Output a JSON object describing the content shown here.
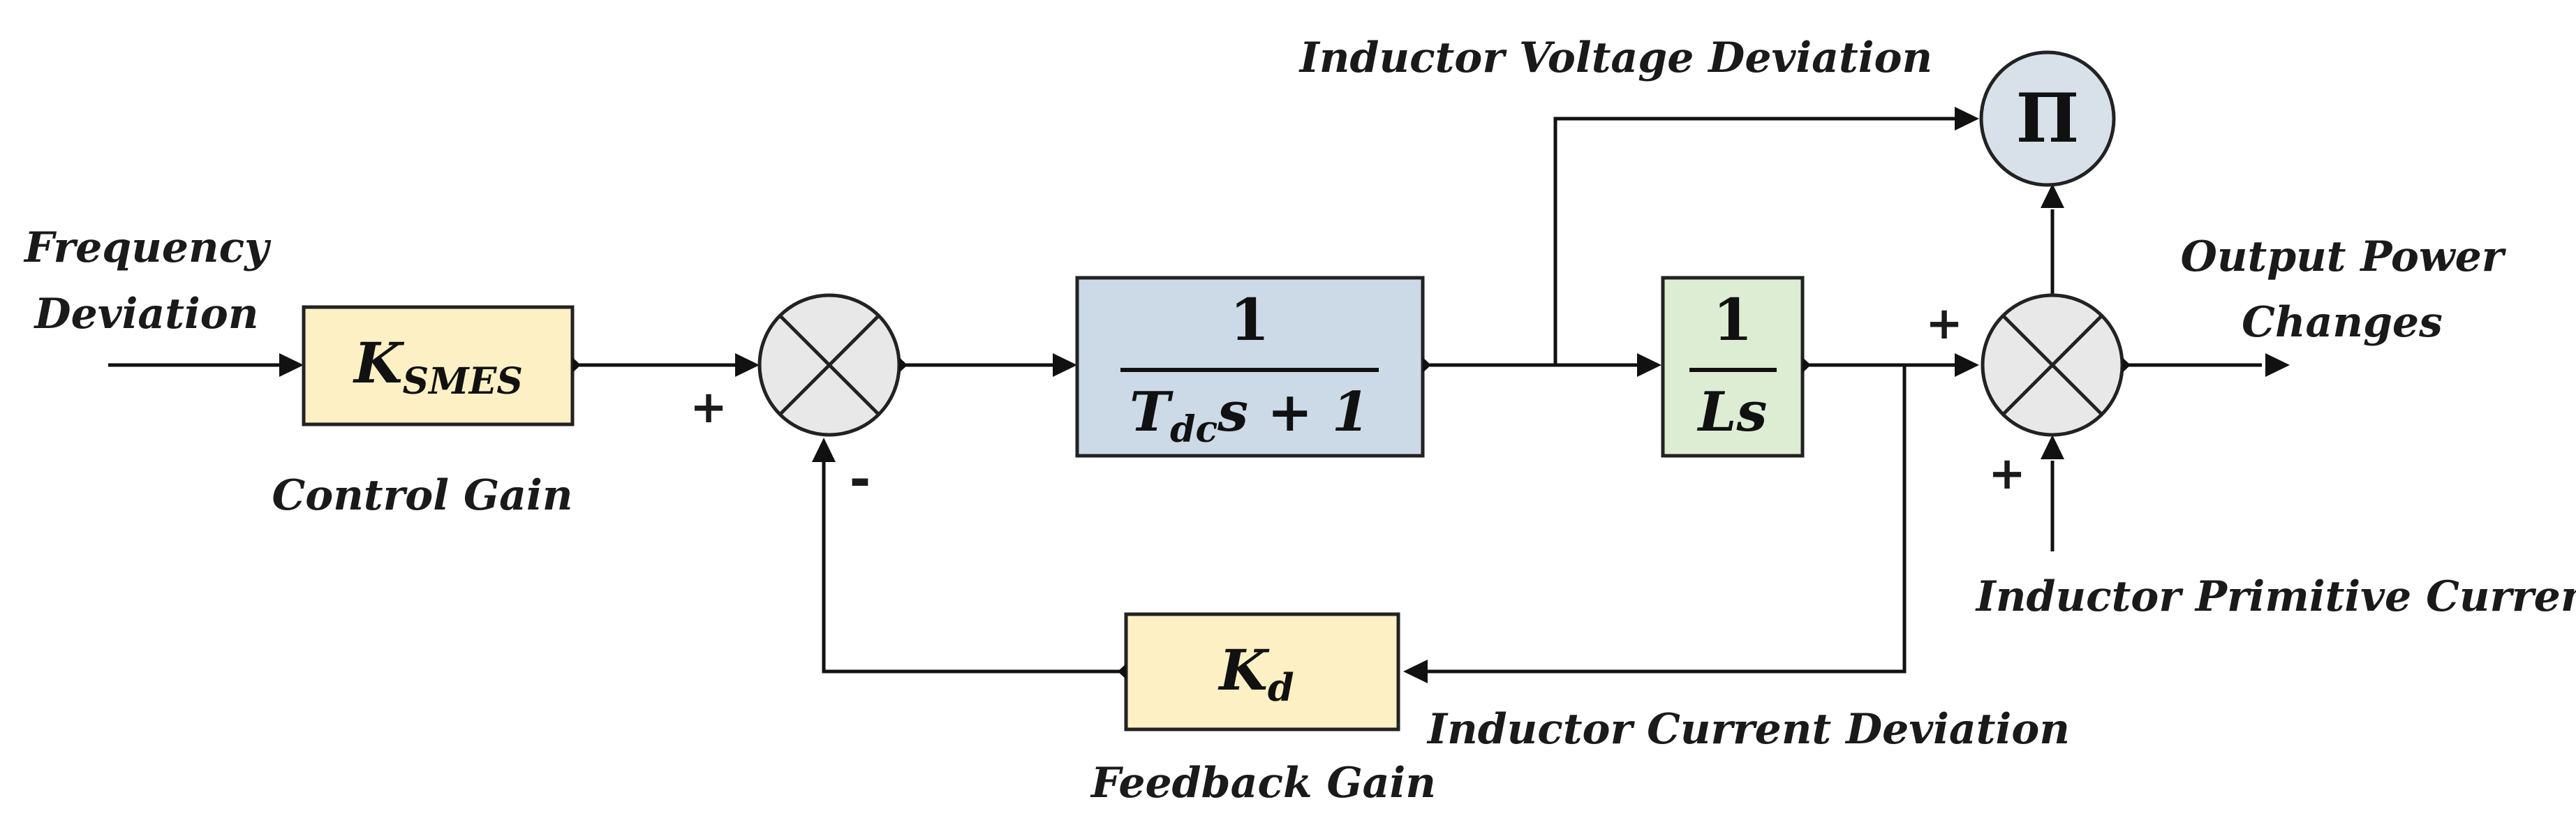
{
  "labels": {
    "frequency_deviation_line1": "Frequency",
    "frequency_deviation_line2": "Deviation",
    "control_gain": "Control Gain",
    "feedback_gain": "Feedback Gain",
    "inductor_voltage_deviation": "Inductor Voltage Deviation",
    "output_power_line1": "Output Power",
    "output_power_line2": "Changes",
    "inductor_primitive_current": "Inductor Primitive Current",
    "inductor_current_deviation": "Inductor Current Deviation"
  },
  "blocks": {
    "ksmes": {
      "symbol": "K",
      "subscript": "SMES",
      "fill": "#fdf0c4"
    },
    "kd": {
      "symbol": "K",
      "subscript": "d",
      "fill": "#fdf0c4"
    },
    "tdc": {
      "numerator": "1",
      "den_symbol": "T",
      "den_subscript": "dc",
      "den_rest": "s + 1",
      "fill": "#ccd9e6"
    },
    "ls": {
      "numerator": "1",
      "denominator": "Ls",
      "fill": "#dcedd4"
    }
  },
  "product_block": {
    "symbol": "Π",
    "fill": "#d8e1ea"
  },
  "signs": {
    "sum1_input": "+",
    "sum1_feedback": "-",
    "sum2_top": "+",
    "sum2_bottom": "+"
  },
  "colors": {
    "gain_fill": "#fdf0c4",
    "transfer_fill": "#ccd9e6",
    "integrator_fill": "#dcedd4",
    "junction_fill": "#e8e8e8"
  }
}
